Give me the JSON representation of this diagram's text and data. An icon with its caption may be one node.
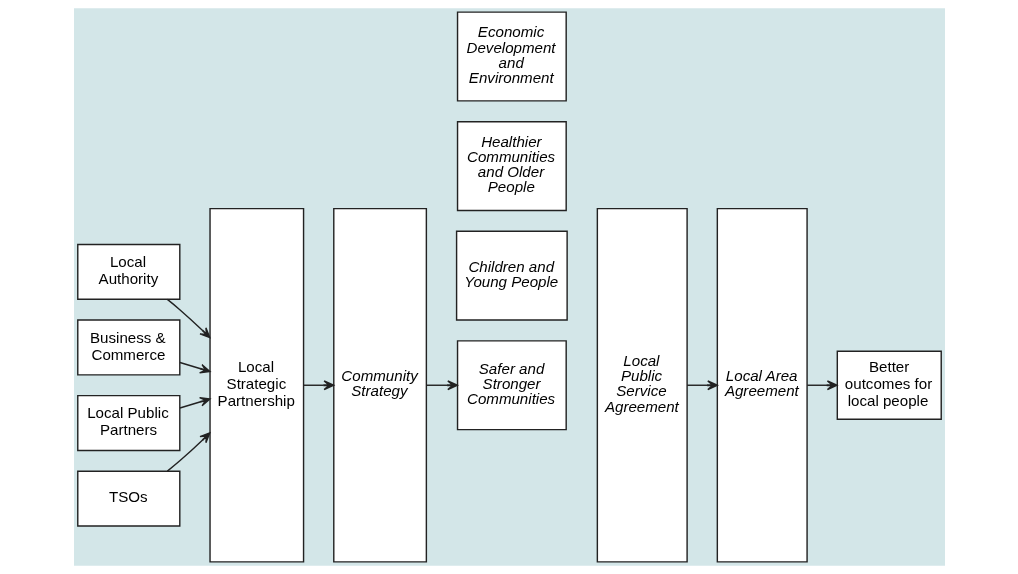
{
  "diagram": {
    "nodes": [
      {
        "text": [
          "Local Authority"
        ]
      },
      {
        "text": [
          "Business & Commerce"
        ]
      },
      {
        "text": [
          "Local Public Partners"
        ]
      },
      {
        "text": [
          "TSOs"
        ]
      },
      {
        "text": [
          "Local Strategic Partnership"
        ]
      },
      {
        "text": [
          "Community Strategy"
        ]
      },
      {
        "text": [
          "Children and Young People"
        ]
      },
      {
        "text": [
          "Safer and Stronger Communities"
        ]
      },
      {
        "text": [
          "Healthier Communities and Older People"
        ]
      },
      {
        "text": [
          "Economic Development and Environment"
        ]
      },
      {
        "text": [
          "Local Public Service Agreement"
        ]
      },
      {
        "text": [
          "Local Area Agreement"
        ]
      },
      {
        "text": [
          "Better outcomes for local people"
        ]
      }
    ],
    "edges": [
      {
        "from": 0,
        "to": 4,
        "arrow": "to"
      },
      {
        "from": 1,
        "to": 4,
        "arrow": "to"
      },
      {
        "from": 2,
        "to": 4,
        "arrow": "to"
      },
      {
        "from": 3,
        "to": 4,
        "arrow": "to"
      },
      {
        "from": 4,
        "to": 5,
        "arrow": "to"
      },
      {
        "from": 5,
        "to": 7,
        "arrow": "to"
      },
      {
        "from": 10,
        "to": 11,
        "arrow": "to"
      },
      {
        "from": 11,
        "to": 12,
        "arrow": "to"
      }
    ]
  }
}
